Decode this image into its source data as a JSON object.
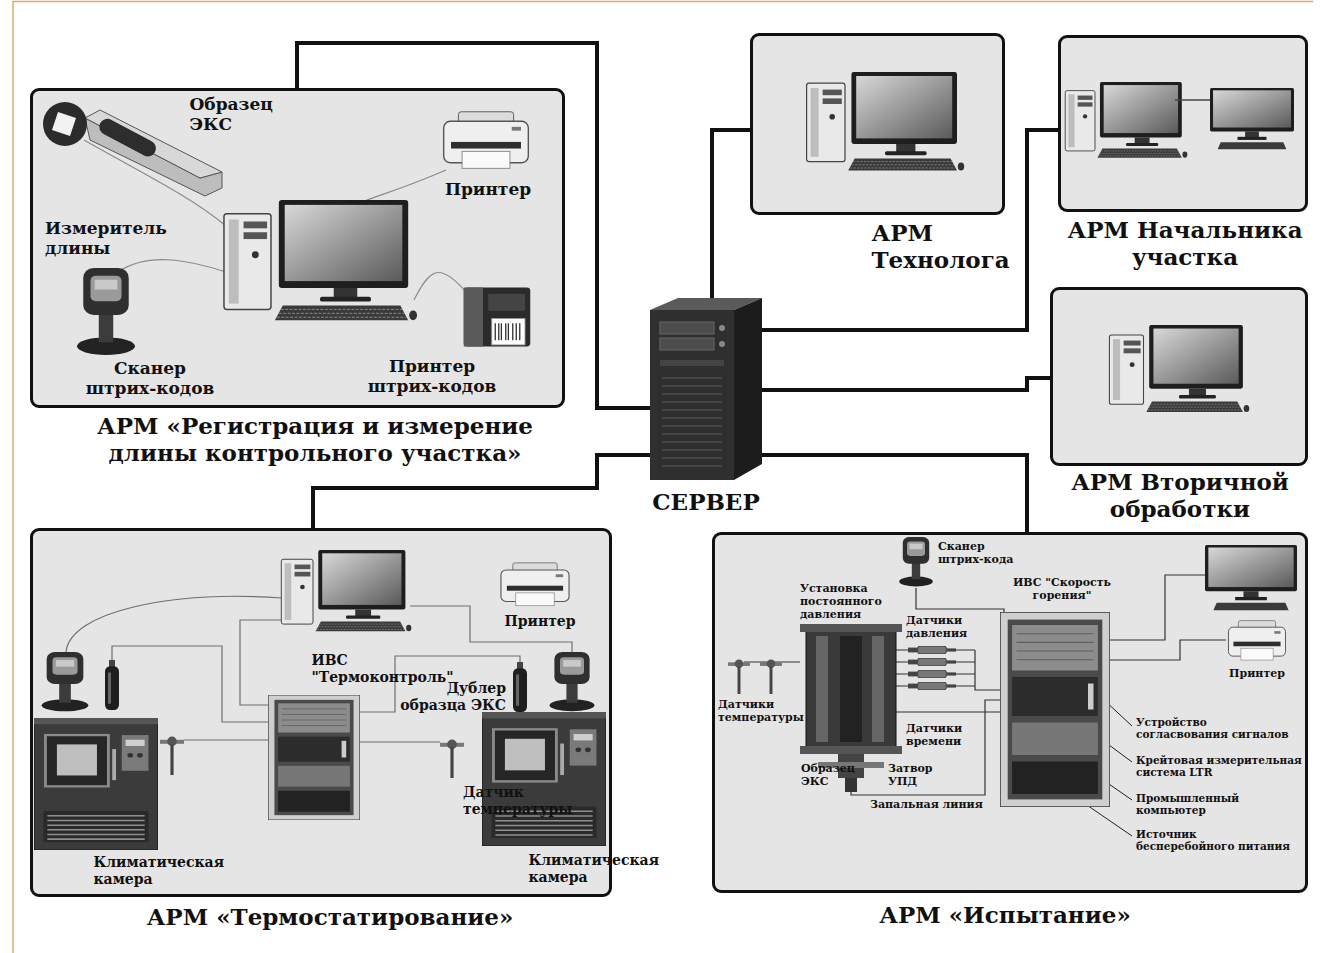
{
  "diagram": {
    "nodes": [
      {
        "text": [
          "АРМ «Регистрация и измерение длины контрольного участка»"
        ]
      },
      {
        "text": [
          "АРМ Технолога"
        ]
      },
      {
        "text": [
          "АРМ Начальника участка"
        ]
      },
      {
        "text": [
          "АРМ Вторичной обработки"
        ]
      },
      {
        "text": [
          "СЕРВЕР"
        ]
      },
      {
        "text": [
          "АРМ «Термостатирование»"
        ]
      },
      {
        "text": [
          "АРМ «Испытание»"
        ]
      }
    ],
    "edges": [
      {
        "from": 4,
        "to": 0,
        "arrow": "none"
      },
      {
        "from": 4,
        "to": 1,
        "arrow": "none"
      },
      {
        "from": 4,
        "to": 2,
        "arrow": "none"
      },
      {
        "from": 4,
        "to": 3,
        "arrow": "none"
      },
      {
        "from": 4,
        "to": 5,
        "arrow": "none"
      },
      {
        "from": 4,
        "to": 6,
        "arrow": "none"
      }
    ],
    "labels": [
      "Образец ЭКС",
      "Измеритель длины",
      "Принтер",
      "Сканер штрих-кодов",
      "Принтер штрих-кодов",
      "ИВС \"Термоконтроль\"",
      "Принтер",
      "Дублер образца ЭКС",
      "Датчик температуры",
      "Климатическая камера",
      "Климатическая камера",
      "Сканер штрих-кода",
      "ИВС \"Скорость горения\"",
      "Установка постоянного давления",
      "Датчики давления",
      "Датчики температуры",
      "Датчики времени",
      "Образец ЭКС",
      "Затвор УПД",
      "Запальная линия",
      "Принтер",
      "Устройство согласвования сигналов",
      "Крейтовая измерительная система LTR",
      "Промышленный компьютер",
      "Источник бесперебойного питания"
    ]
  }
}
